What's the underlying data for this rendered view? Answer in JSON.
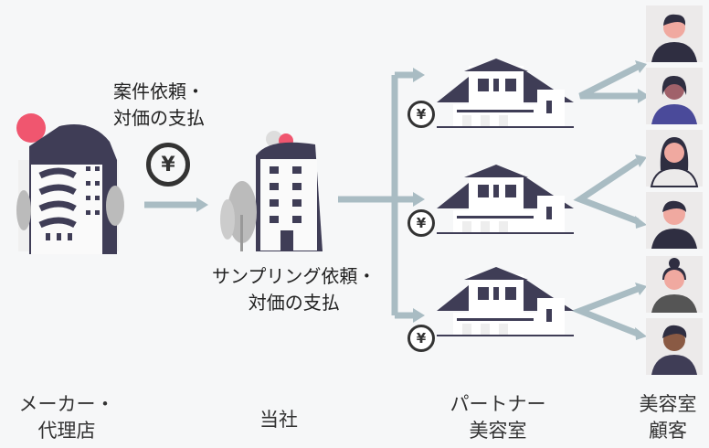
{
  "labels": {
    "maker": [
      "メーカー・",
      "代理店"
    ],
    "company": [
      "当社"
    ],
    "salon": [
      "パートナー",
      "美容室"
    ],
    "customer": [
      "美容室",
      "顧客"
    ]
  },
  "flows": {
    "request_pay": [
      "案件依頼・",
      "対価の支払"
    ],
    "sampling_pay": [
      "サンプリング依頼・",
      "対価の支払"
    ]
  },
  "currency_symbol": "¥",
  "colors": {
    "arrow": "#a9bcc3",
    "building_dark": "#3f3d56",
    "accent_pink": "#f0566f",
    "background": "#f6f7f8"
  }
}
